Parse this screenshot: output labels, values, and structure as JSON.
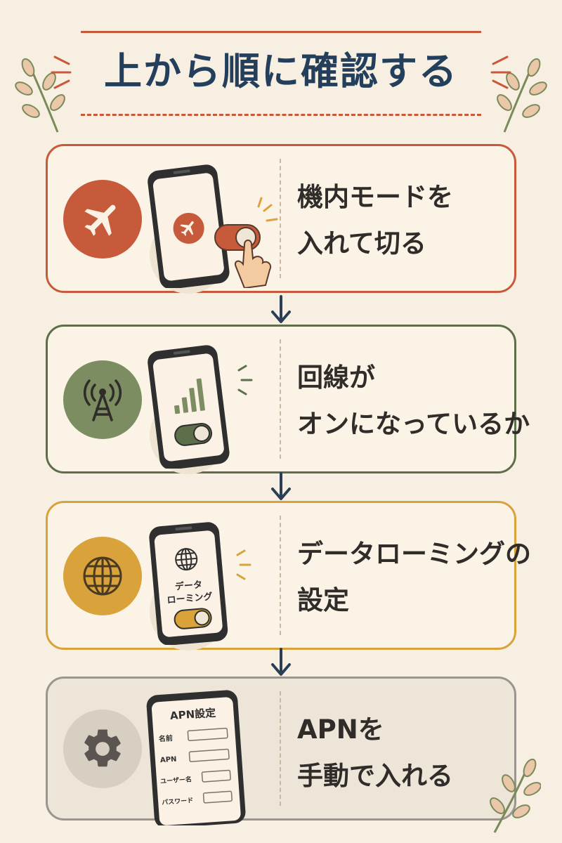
{
  "title": "上から順に確認する",
  "colors": {
    "title": "#243f5c",
    "step1": "#c65a3a",
    "step2": "#5d6e4a",
    "step3": "#d9a23a",
    "step4": "#9a958e",
    "arrow": "#2a3f55"
  },
  "steps": [
    {
      "icon": "airplane-icon",
      "lines": [
        "機内モードを",
        "入れて切る"
      ]
    },
    {
      "icon": "antenna-icon",
      "lines": [
        "回線が",
        "オンになっているか"
      ]
    },
    {
      "icon": "globe-icon",
      "lines": [
        "データローミングの",
        "設定"
      ],
      "phone_labels": [
        "データ",
        "ローミング"
      ]
    },
    {
      "icon": "gear-icon",
      "lines": [
        "APNを",
        "手動で入れる"
      ],
      "phone_title": "APN設定",
      "phone_fields": [
        "名前",
        "APN",
        "ユーザー名",
        "パスワード"
      ]
    }
  ]
}
